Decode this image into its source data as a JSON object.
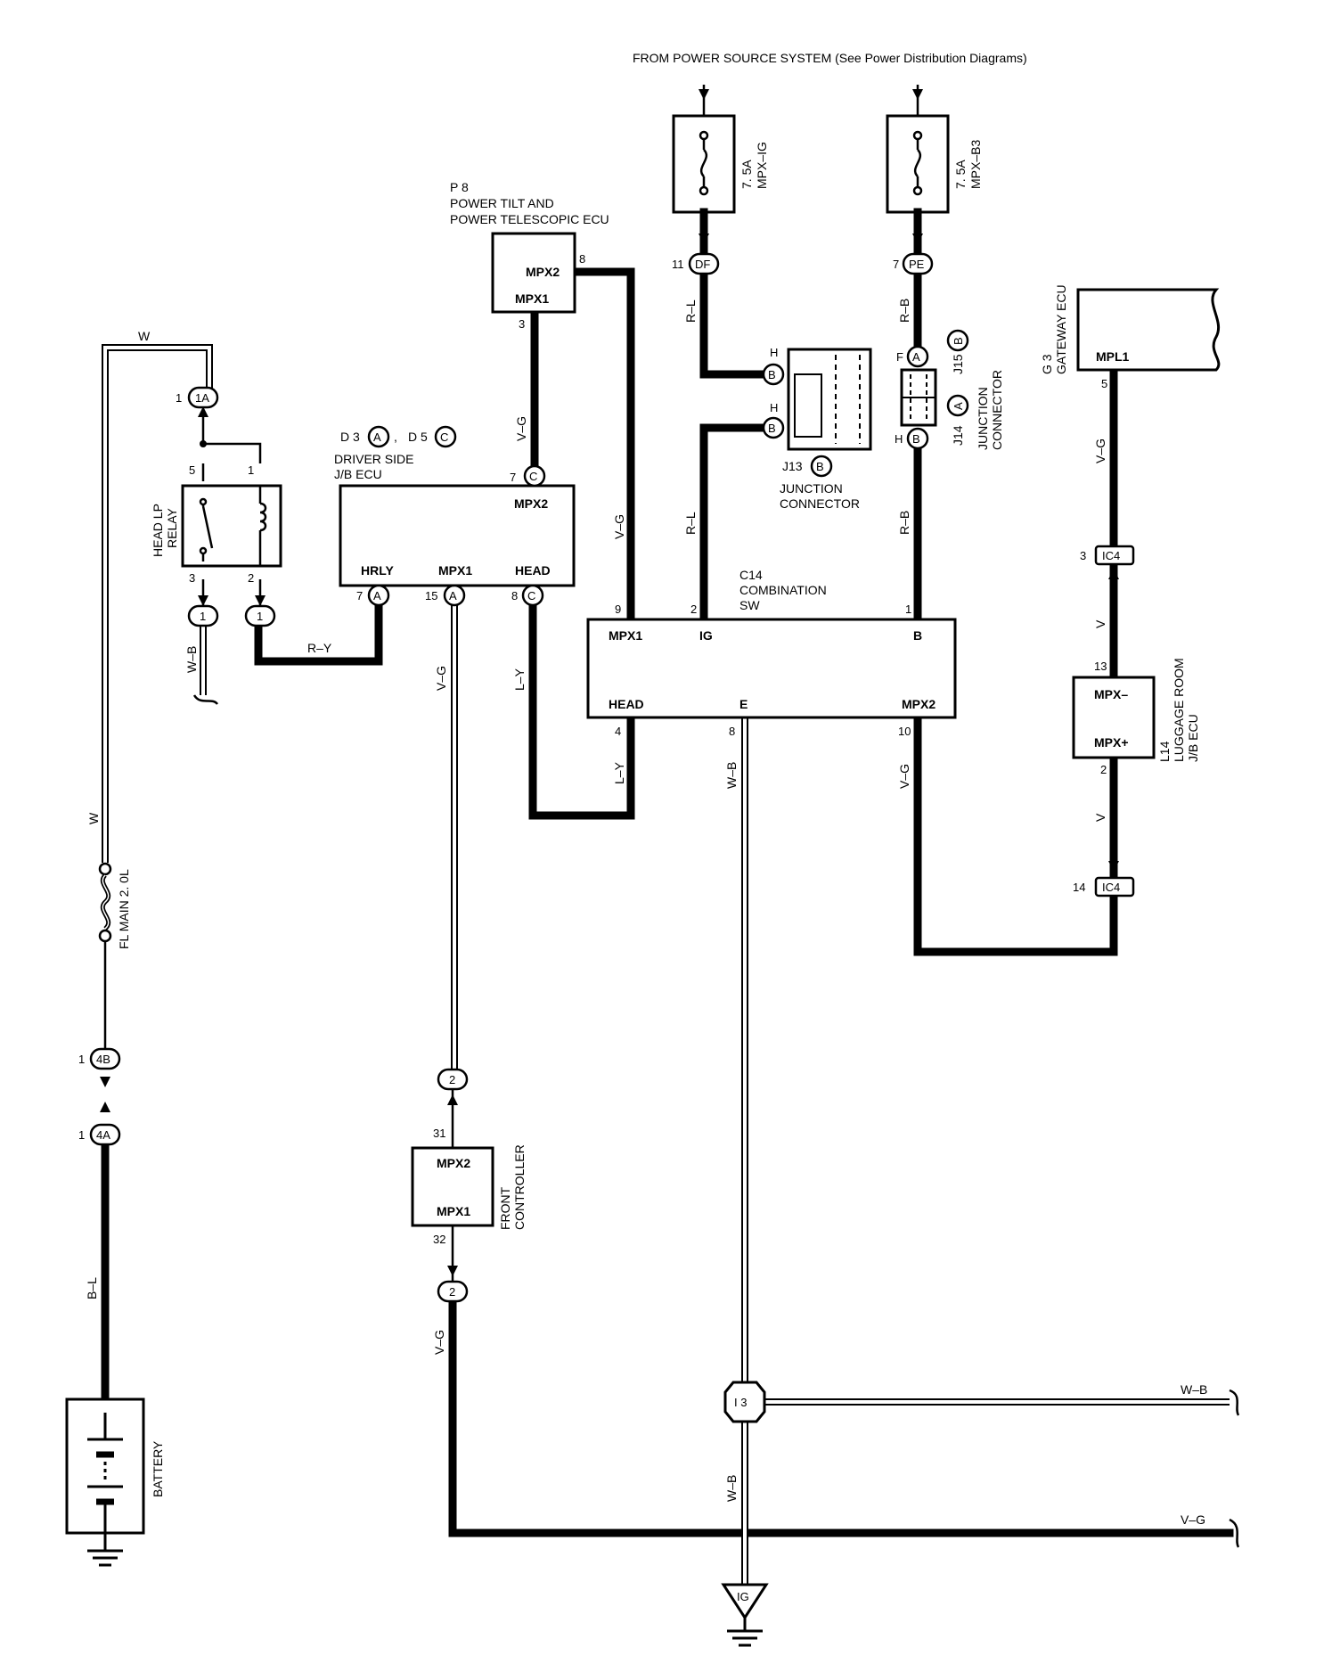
{
  "header": "FROM POWER SOURCE SYSTEM (See Power Distribution Diagrams)",
  "fuses": [
    {
      "rating": "7. 5A",
      "name": "MPX–IG"
    },
    {
      "rating": "7. 5A",
      "name": "MPX–B3"
    }
  ],
  "components": {
    "p8": {
      "code": "P 8",
      "name1": "POWER TILT AND",
      "name2": "POWER TELESCOPIC ECU",
      "pin_upper": "MPX2",
      "pin_lower": "MPX1"
    },
    "d3": {
      "code1": "D 3",
      "code2": "D 5",
      "letter1": "A",
      "letter2": "C",
      "name1": "DRIVER SIDE",
      "name2": "J/B ECU",
      "pin_mpx2": "MPX2",
      "pin_hrly": "HRLY",
      "pin_mpx1": "MPX1",
      "pin_head": "HEAD"
    },
    "relay": {
      "name1": "HEAD LP",
      "name2": "RELAY"
    },
    "j13": {
      "code": "J13",
      "letter": "B",
      "name1": "JUNCTION",
      "name2": "CONNECTOR"
    },
    "j14": {
      "code1": "J14",
      "code2": "J15",
      "letter1": "A",
      "letter2": "B",
      "name1": "JUNCTION",
      "name2": "CONNECTOR"
    },
    "c14": {
      "code": "C14",
      "name1": "COMBINATION",
      "name2": "SW",
      "pin_mpx1": "MPX1",
      "pin_ig": "IG",
      "pin_b": "B",
      "pin_head": "HEAD",
      "pin_e": "E",
      "pin_mpx2": "MPX2"
    },
    "g3": {
      "code": "G 3",
      "name": "GATEWAY ECU",
      "pin": "MPL1"
    },
    "l14": {
      "code": "L14",
      "name1": "LUGGAGE ROOM",
      "name2": "J/B ECU",
      "pin_upper": "MPX–",
      "pin_lower": "MPX+"
    },
    "front": {
      "name1": "FRONT",
      "name2": "CONTROLLER",
      "pin_upper": "MPX2",
      "pin_lower": "MPX1"
    },
    "battery": {
      "name": "BATTERY"
    },
    "fl_main": {
      "name": "FL MAIN 2. 0L"
    }
  },
  "connectors": {
    "df": "DF",
    "pe": "PE",
    "c1a": "1A",
    "c1": "1",
    "c4b": "4B",
    "c4a": "4A",
    "c2": "2",
    "ic4": "IC4",
    "i3": "I 3",
    "ig": "IG",
    "a": "A",
    "b": "B",
    "c": "C"
  },
  "pins": {
    "p11": "11",
    "p7": "7",
    "p8": "8",
    "p3": "3",
    "p1": "1",
    "p5": "5",
    "p2": "2",
    "p9": "9",
    "p15": "15",
    "p4": "4",
    "p10": "10",
    "p13": "13",
    "p14": "14",
    "p31": "31",
    "p32": "32",
    "pF": "F",
    "pH": "H"
  },
  "wires": {
    "w": "W",
    "vg": "V–G",
    "rl": "R–L",
    "rb": "R–B",
    "ry": "R–Y",
    "ly": "L–Y",
    "wb": "W–B",
    "bl": "B–L",
    "v": "V"
  }
}
